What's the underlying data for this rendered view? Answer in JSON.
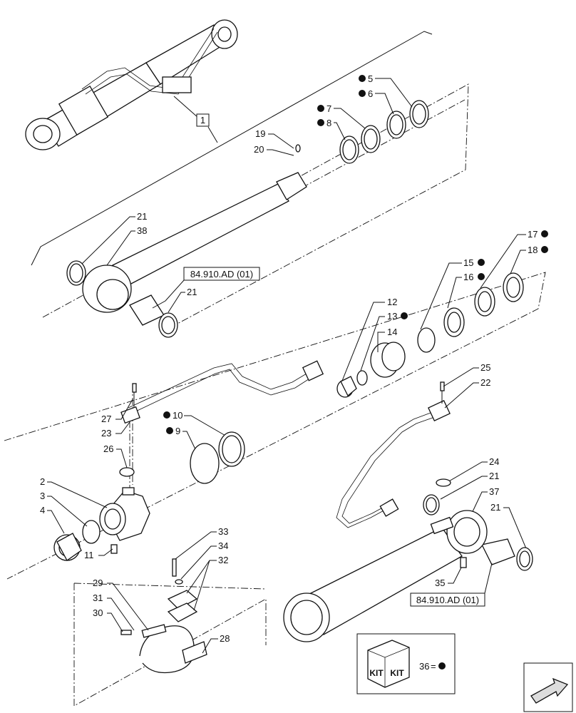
{
  "callouts": [
    {
      "id": "1",
      "text": "1",
      "kit": false
    },
    {
      "id": "2",
      "text": "2",
      "kit": false
    },
    {
      "id": "3",
      "text": "3",
      "kit": false
    },
    {
      "id": "4",
      "text": "4",
      "kit": false
    },
    {
      "id": "5",
      "text": "5",
      "kit": true
    },
    {
      "id": "6",
      "text": "6",
      "kit": true
    },
    {
      "id": "7",
      "text": "7",
      "kit": true
    },
    {
      "id": "8",
      "text": "8",
      "kit": true
    },
    {
      "id": "9",
      "text": "9",
      "kit": true
    },
    {
      "id": "10",
      "text": "10",
      "kit": true
    },
    {
      "id": "11",
      "text": "11",
      "kit": false
    },
    {
      "id": "12",
      "text": "12",
      "kit": false
    },
    {
      "id": "13",
      "text": "13",
      "kit": true
    },
    {
      "id": "14",
      "text": "14",
      "kit": false
    },
    {
      "id": "15",
      "text": "15",
      "kit": true
    },
    {
      "id": "16",
      "text": "16",
      "kit": true
    },
    {
      "id": "17",
      "text": "17",
      "kit": true
    },
    {
      "id": "18",
      "text": "18",
      "kit": true
    },
    {
      "id": "19",
      "text": "19",
      "kit": false
    },
    {
      "id": "20",
      "text": "20",
      "kit": false
    },
    {
      "id": "21",
      "text": "21",
      "kit": false
    },
    {
      "id": "22",
      "text": "22",
      "kit": false
    },
    {
      "id": "23",
      "text": "23",
      "kit": false
    },
    {
      "id": "24",
      "text": "24",
      "kit": false
    },
    {
      "id": "25",
      "text": "25",
      "kit": false
    },
    {
      "id": "26",
      "text": "26",
      "kit": false
    },
    {
      "id": "27",
      "text": "27",
      "kit": false
    },
    {
      "id": "28",
      "text": "28",
      "kit": false
    },
    {
      "id": "29",
      "text": "29",
      "kit": false
    },
    {
      "id": "30",
      "text": "30",
      "kit": false
    },
    {
      "id": "31",
      "text": "31",
      "kit": false
    },
    {
      "id": "32",
      "text": "32",
      "kit": false
    },
    {
      "id": "33",
      "text": "33",
      "kit": false
    },
    {
      "id": "34",
      "text": "34",
      "kit": false
    },
    {
      "id": "35",
      "text": "35",
      "kit": false
    },
    {
      "id": "36",
      "text": "36",
      "kit": false
    },
    {
      "id": "37",
      "text": "37",
      "kit": false
    },
    {
      "id": "38",
      "text": "38",
      "kit": false
    }
  ],
  "references": {
    "ref_upper": "84.910.AD (01)",
    "ref_lower": "84.910.AD (01)"
  },
  "kit_legend": {
    "kit_word_left": "KIT",
    "kit_word_right": "KIT",
    "number": "36",
    "equals": "="
  }
}
